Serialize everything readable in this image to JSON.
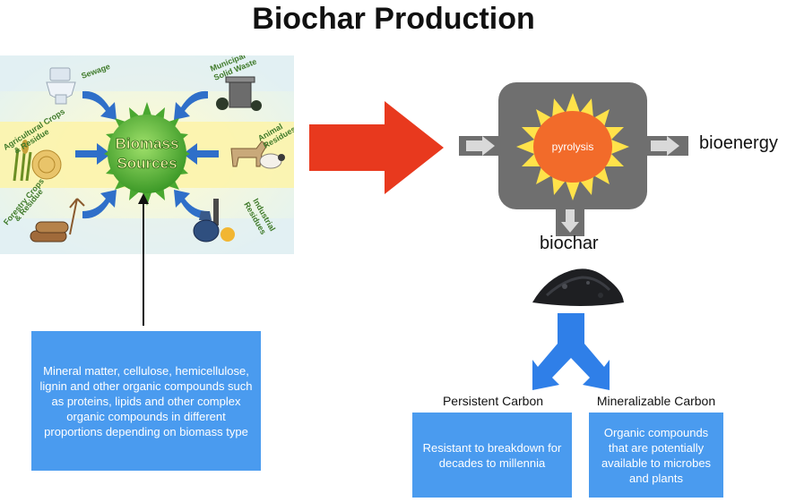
{
  "title": "Biochar Production",
  "sources": {
    "center_lines": [
      "Biomass",
      "Sources"
    ],
    "items": [
      {
        "id": "sewage",
        "lines": [
          "Sewage"
        ]
      },
      {
        "id": "municipal",
        "lines": [
          "Municipal",
          "Solid Waste"
        ]
      },
      {
        "id": "agricultural",
        "lines": [
          "Agricultural Crops",
          "& Residue"
        ]
      },
      {
        "id": "animal",
        "lines": [
          "Animal",
          "Residues"
        ]
      },
      {
        "id": "forestry",
        "lines": [
          "Forestry Crops",
          "& Residue"
        ]
      },
      {
        "id": "industrial",
        "lines": [
          "Industrial",
          "Residues"
        ]
      }
    ]
  },
  "composition_text": "Mineral matter, cellulose, hemicellulose, lignin and other organic compounds such as proteins, lipids and other complex organic compounds in different proportions depending on biomass type",
  "process": {
    "label": "pyrolysis"
  },
  "outputs": {
    "bioenergy": "bioenergy",
    "biochar": "biochar"
  },
  "fractions": {
    "persistent": {
      "label": "Persistent Carbon",
      "description": "Resistant to breakdown for decades to millennia"
    },
    "mineralizable": {
      "label": "Mineralizable Carbon",
      "description": "Organic compounds that are potentially available to microbes and plants"
    }
  },
  "colors": {
    "accent_blue": "#4a9bef",
    "big_arrow": "#e8391e",
    "reactor": "#6f6f6f",
    "flame": "#f26b2a",
    "flame_glow": "#ffe24a",
    "split_arrow": "#2f7fe8"
  }
}
